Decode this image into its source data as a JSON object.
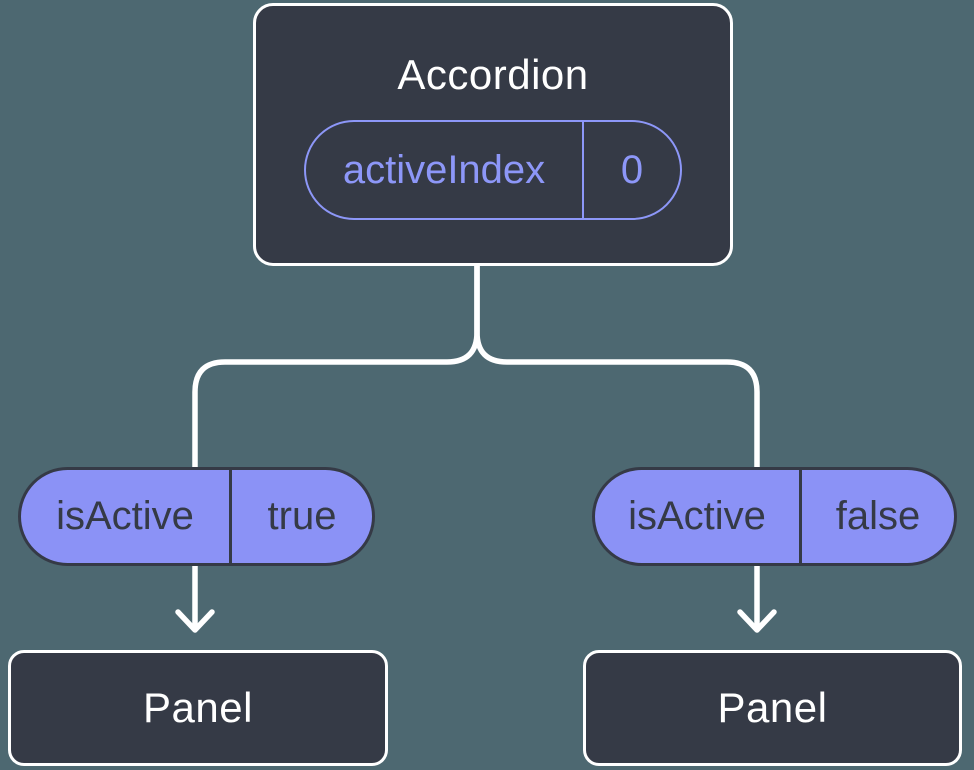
{
  "colors": {
    "background": "#4d6871",
    "node_bg": "#353a46",
    "node_border": "#ffffff",
    "pill_fill": "#8b92f6",
    "pill_outline": "#8d97f8",
    "text_on_dark": "#ffffff",
    "text_on_pill": "#353a46",
    "connector": "#ffffff"
  },
  "tree": {
    "root": {
      "title": "Accordion",
      "state": {
        "name": "activeIndex",
        "value": "0"
      }
    },
    "children": [
      {
        "prop": {
          "name": "isActive",
          "value": "true"
        },
        "node": {
          "title": "Panel"
        }
      },
      {
        "prop": {
          "name": "isActive",
          "value": "false"
        },
        "node": {
          "title": "Panel"
        }
      }
    ]
  }
}
